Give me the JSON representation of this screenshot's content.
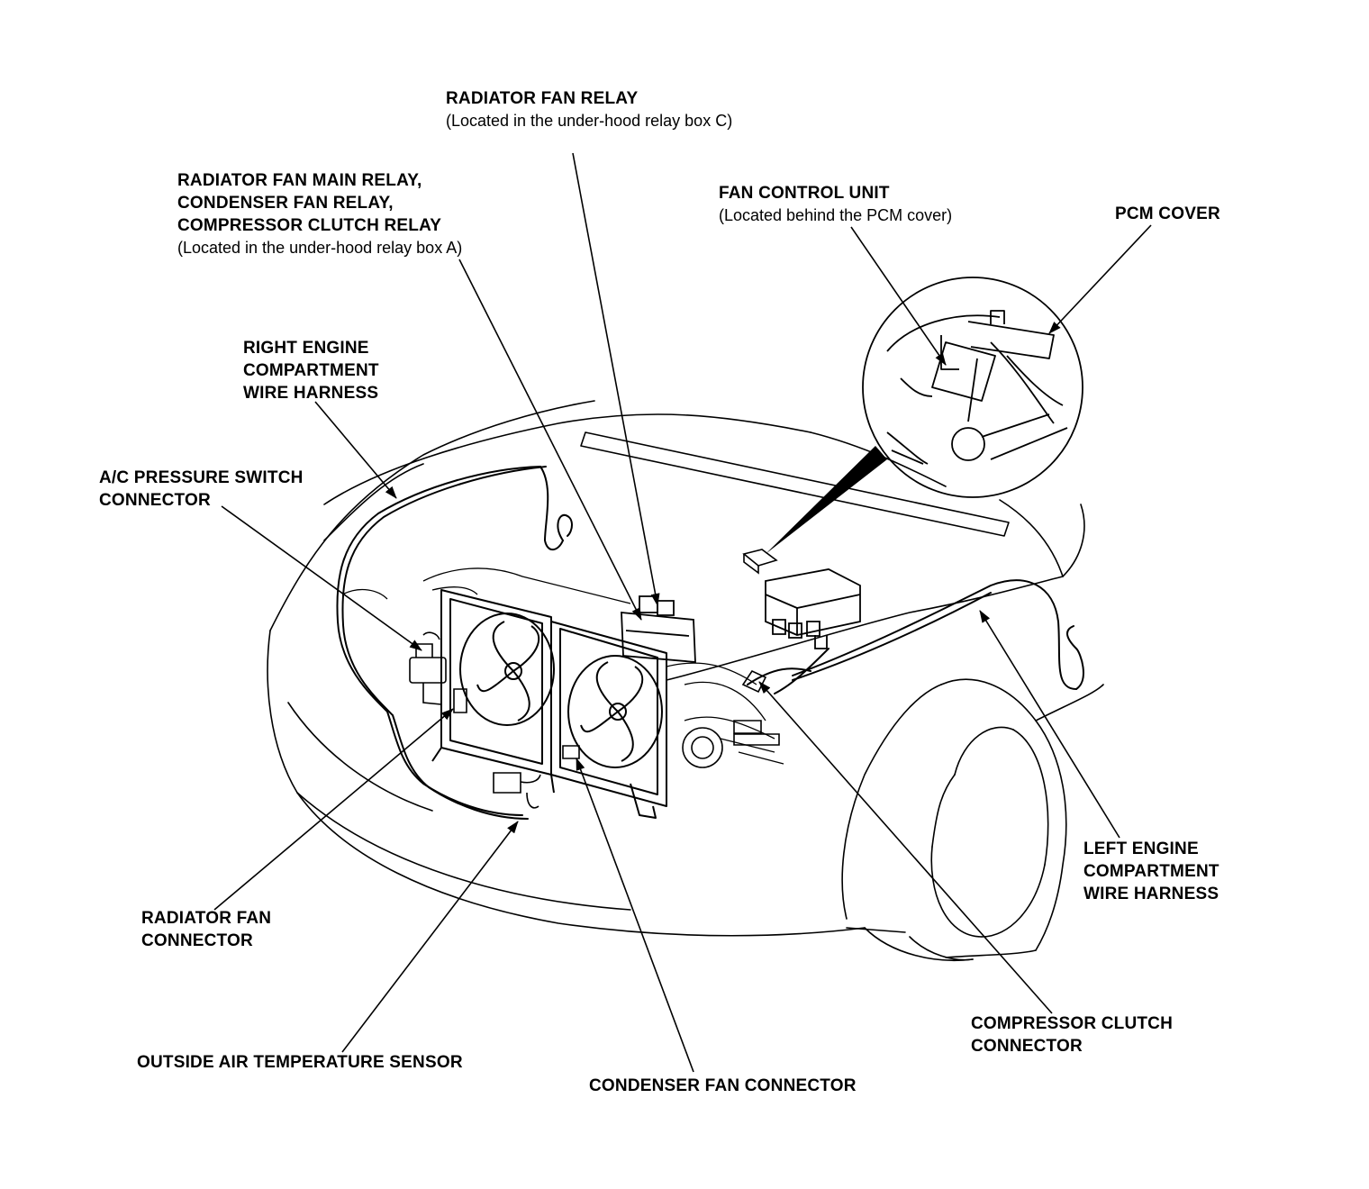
{
  "diagram": {
    "labels": {
      "radiator_fan_relay": {
        "title": "RADIATOR FAN RELAY",
        "note": "(Located in the under-hood relay box C)"
      },
      "main_relay_group": {
        "lines": [
          "RADIATOR FAN MAIN RELAY,",
          "CONDENSER FAN RELAY,",
          "COMPRESSOR CLUTCH RELAY"
        ],
        "note": "(Located in the under-hood relay box A)"
      },
      "fan_control_unit": {
        "title": "FAN CONTROL UNIT",
        "note": "(Located behind the PCM cover)"
      },
      "pcm_cover": {
        "title": "PCM COVER"
      },
      "right_harness": {
        "lines": [
          "RIGHT ENGINE",
          "COMPARTMENT",
          "WIRE HARNESS"
        ]
      },
      "ac_pressure_switch": {
        "lines": [
          "A/C PRESSURE SWITCH",
          "CONNECTOR"
        ]
      },
      "radiator_fan_connector": {
        "lines": [
          "RADIATOR FAN",
          "CONNECTOR"
        ]
      },
      "outside_air_sensor": {
        "title": "OUTSIDE AIR TEMPERATURE SENSOR"
      },
      "condenser_fan_connector": {
        "title": "CONDENSER FAN CONNECTOR"
      },
      "compressor_clutch_connector": {
        "lines": [
          "COMPRESSOR CLUTCH",
          "CONNECTOR"
        ]
      },
      "left_harness": {
        "lines": [
          "LEFT ENGINE",
          "COMPARTMENT",
          "WIRE HARNESS"
        ]
      }
    }
  }
}
